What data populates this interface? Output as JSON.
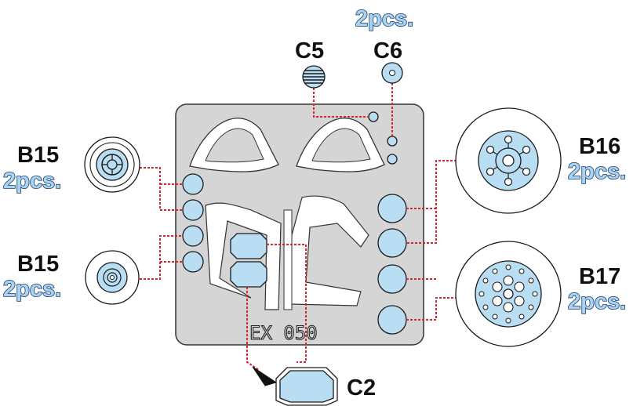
{
  "sheet": {
    "code": "EX 050"
  },
  "labels": {
    "c5": "C5",
    "c6": "C6",
    "c6_qty": "2pcs.",
    "b15_top": "B15",
    "b15_top_qty": "2pcs.",
    "b15_bottom": "B15",
    "b15_bottom_qty": "2pcs.",
    "b16": "B16",
    "b16_qty": "2pcs.",
    "b17": "B17",
    "b17_qty": "2pcs.",
    "c2": "C2"
  },
  "colors": {
    "part_fill": "#b9ddf3",
    "part_stroke": "#1a1a1a",
    "leader": "#d7262e",
    "sheet_fill": "#d5d5d5",
    "qty_outline": "#1a3f73"
  }
}
